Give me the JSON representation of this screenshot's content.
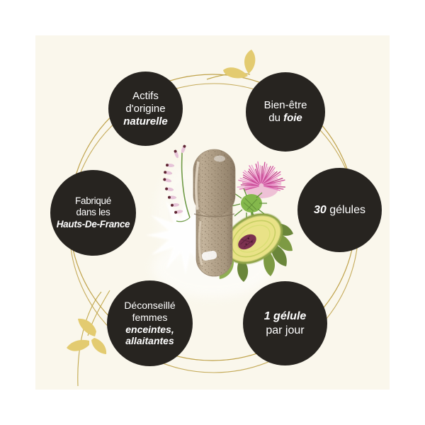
{
  "image_type": "product-infographic",
  "badges": [
    {
      "name": "badge-actifs-origine-naturelle",
      "lines": [
        [
          {
            "text": "Actifs",
            "em": false
          }
        ],
        [
          {
            "text": "d'origine",
            "em": false
          }
        ],
        [
          {
            "text": "naturelle",
            "em": true
          }
        ]
      ]
    },
    {
      "name": "badge-bien-etre-du-foie",
      "lines": [
        [
          {
            "text": "Bien-être",
            "em": false
          }
        ],
        [
          {
            "text": "du ",
            "em": false
          },
          {
            "text": "foie",
            "em": true
          }
        ]
      ]
    },
    {
      "name": "badge-fabrique-hauts-de-france",
      "lines": [
        [
          {
            "text": "Fabriqué",
            "em": false
          }
        ],
        [
          {
            "text": "dans les",
            "em": false
          }
        ],
        [
          {
            "text": "Hauts-De-France",
            "em": true
          }
        ]
      ]
    },
    {
      "name": "badge-30-gelules",
      "lines": [
        [
          {
            "text": "30",
            "em": true
          },
          {
            "text": " gélules",
            "em": false
          }
        ]
      ]
    },
    {
      "name": "badge-deconseille-femmes",
      "lines": [
        [
          {
            "text": "Déconseillé",
            "em": false
          }
        ],
        [
          {
            "text": "femmes",
            "em": false
          }
        ],
        [
          {
            "text": "enceintes,",
            "em": true
          }
        ],
        [
          {
            "text": "allaitantes",
            "em": true
          }
        ]
      ]
    },
    {
      "name": "badge-1-gelule-par-jour",
      "lines": [
        [
          {
            "text": "1 gélule",
            "em": true
          }
        ],
        [
          {
            "text": "par jour",
            "em": false
          }
        ]
      ]
    }
  ],
  "illustration_items": [
    "transparent-capsule-with-powder",
    "milk-thistle-flower",
    "artichoke-half",
    "fumitory-flower-stem",
    "gold-leaf-ornament-top",
    "gold-leaf-ornament-bottom-left",
    "gold-double-ring",
    "white-burst"
  ],
  "colors": {
    "page_bg": "#ffffff",
    "panel_bg": "#faf7ec",
    "badge_bg": "#272420",
    "badge_text": "#ffffff",
    "ring": "#bfa24a",
    "leaf": "#e3cb70",
    "leaf_stem": "#c2a94e",
    "capsule_tan": "#b4a38b",
    "capsule_speckle": "#73624d",
    "thistle_pink": "#cf4f9d",
    "thistle_pink_light": "#eda2d2",
    "thistle_green": "#84b84c",
    "artichoke_face": "#e9e287",
    "artichoke_green": "#7d9a43",
    "artichoke_heart": "#7c3150",
    "fumitory_pink": "#e6c3d8",
    "fumitory_tip": "#5f2433",
    "burst": "#ffffff"
  }
}
